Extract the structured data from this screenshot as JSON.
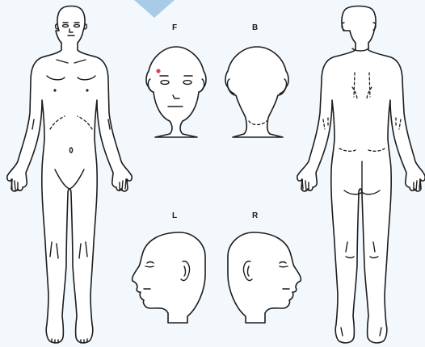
{
  "views": {
    "front_face": "F",
    "back_head": "B",
    "left_side": "L",
    "right_side": "R"
  },
  "colors": {
    "background": "#f2f8fb",
    "outline": "#1d1d1f",
    "fill": "#ffffff",
    "pointer": "#a8cce8",
    "marker": "#e0415a"
  },
  "markers": [
    {
      "view": "F",
      "location": "forehead-left"
    }
  ]
}
